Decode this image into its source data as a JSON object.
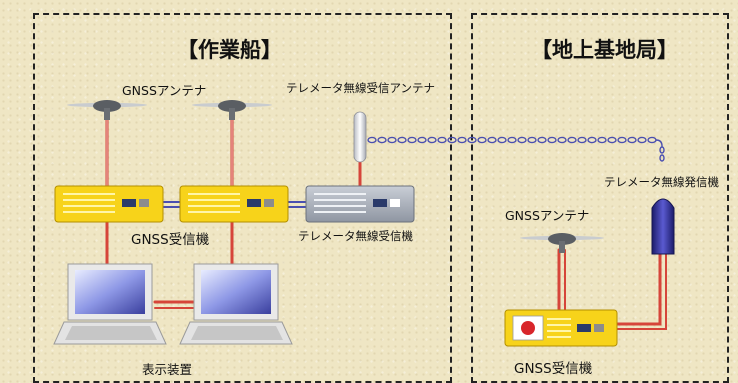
{
  "regions": {
    "ship": {
      "title": "【作業船】"
    },
    "ground": {
      "title": "【地上基地局】"
    }
  },
  "labels": {
    "ship_gnss_antenna": "GNSSアンテナ",
    "ship_telemeter_antenna": "テレメータ無線受信アンテナ",
    "ship_gnss_receiver": "GNSS受信機",
    "ship_telemeter_receiver": "テレメータ無線受信機",
    "ship_display": "表示装置",
    "ground_telemeter_transmitter": "テレメータ無線発信機",
    "ground_gnss_antenna": "GNSSアンテナ",
    "ground_gnss_receiver": "GNSS受信機"
  },
  "colors": {
    "receiver_yellow": "#f7d31a",
    "receiver_gray": "#9aa2ad",
    "cable_red": "#d6453a",
    "cable_blue": "#4a4fb0",
    "transmitter_navy": "#2a2a8a",
    "region_border": "#222222"
  },
  "icons": {
    "antenna": "gnss-antenna-icon",
    "receiver": "receiver-box-icon",
    "laptop": "laptop-icon",
    "transmitter": "transmitter-icon"
  }
}
